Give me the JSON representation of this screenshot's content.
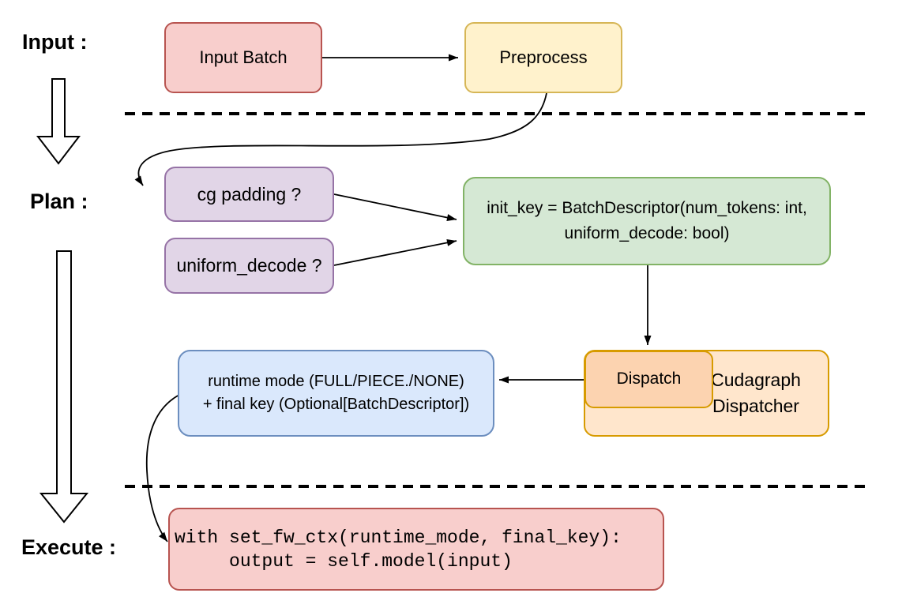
{
  "diagram": {
    "background": "#ffffff",
    "line_color": "#000000",
    "text_color": "#000000"
  },
  "stages": {
    "input": {
      "label": "Input :"
    },
    "plan": {
      "label": "Plan :"
    },
    "execute": {
      "label": "Execute :"
    }
  },
  "nodes": {
    "input_batch": {
      "label": "Input Batch",
      "fill": "#f8cecc",
      "stroke": "#b85450"
    },
    "preprocess": {
      "label": "Preprocess",
      "fill": "#fff2cc",
      "stroke": "#d6b656"
    },
    "cg_padding": {
      "label": "cg padding ?",
      "fill": "#e1d5e7",
      "stroke": "#9673a6"
    },
    "uniform_decode": {
      "label": "uniform_decode ?",
      "fill": "#e1d5e7",
      "stroke": "#9673a6"
    },
    "init_key": {
      "line1": "init_key = BatchDescriptor(num_tokens: int,",
      "line2": "uniform_decode: bool)",
      "fill": "#d5e8d4",
      "stroke": "#82b366"
    },
    "dispatch": {
      "label": "Dispatch",
      "fill": "#fcd3b0",
      "stroke": "#d79b00"
    },
    "cudagraph_dispatcher": {
      "line1": "Cudagraph",
      "line2": "Dispatcher",
      "fill": "#ffe6cc",
      "stroke": "#d79b00"
    },
    "runtime_mode": {
      "line1": "runtime mode (FULL/PIECE./NONE)",
      "line2": "+ final key (Optional[BatchDescriptor])",
      "fill": "#dae8fc",
      "stroke": "#6c8ebf"
    },
    "execute_code": {
      "code_line1": "with set_fw_ctx(runtime_mode, final_key):",
      "code_line2": "     output = self.model(input)",
      "fill": "#f8cecc",
      "stroke": "#b85450"
    }
  }
}
